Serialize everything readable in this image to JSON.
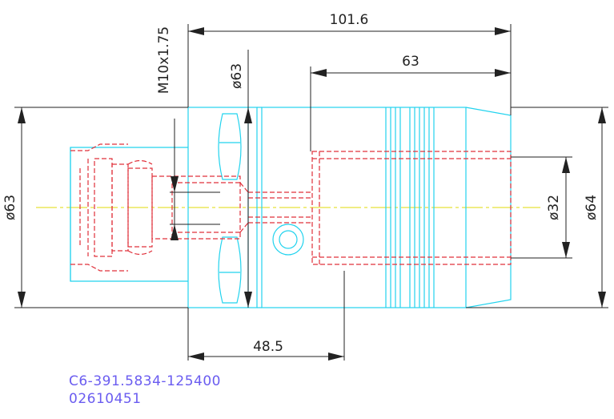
{
  "dimensions": {
    "overall_length": "101.6",
    "bore_depth": "63",
    "gauge_length": "48.5",
    "flange_diameter": "ø63",
    "shank_diameter": "ø63",
    "bore_diameter": "ø32",
    "body_diameter": "ø64",
    "thread": "M10x1.75"
  },
  "caption": {
    "part_number": "C6-391.5834-125400",
    "item_code": "02610451"
  },
  "colors": {
    "outline": "#22d3ee",
    "hidden": "#e0303a",
    "centerline": "#e8e23a",
    "dimension": "#222222",
    "caption": "#6a5cf0"
  }
}
